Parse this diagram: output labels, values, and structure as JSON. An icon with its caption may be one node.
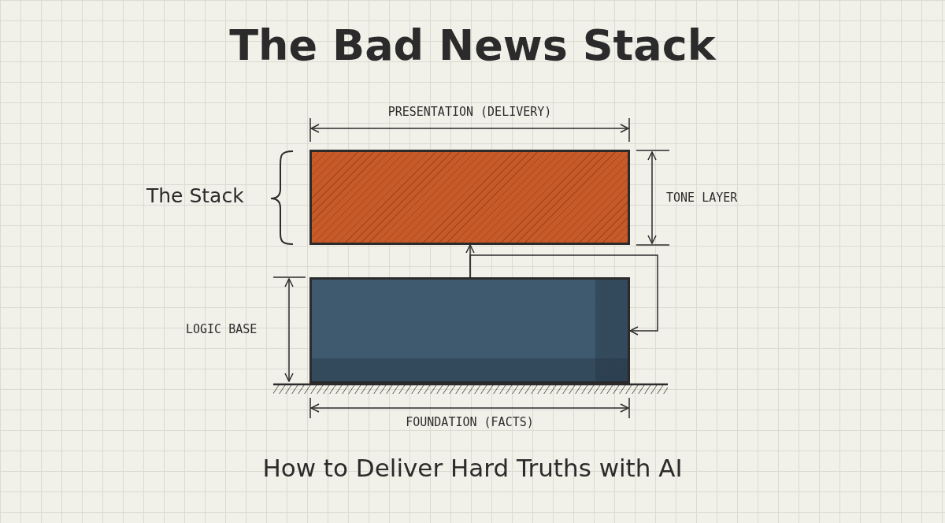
{
  "diagram": {
    "title": "The Bad News Stack",
    "caption": "How to Deliver Hard Truths with AI",
    "nodes": [
      {
        "text": [],
        "shape": "box"
      },
      {
        "text": [],
        "shape": "box"
      }
    ],
    "edges": [
      {
        "from": 1,
        "to": 0,
        "arrow": "to"
      },
      {
        "from": 1,
        "to": 1,
        "arrow": "to"
      }
    ],
    "labels": [
      "PRESENTATION (DELIVERY)",
      "The Stack",
      "TONE LAYER",
      "LOGIC BASE",
      "FOUNDATION (FACTS)"
    ]
  }
}
